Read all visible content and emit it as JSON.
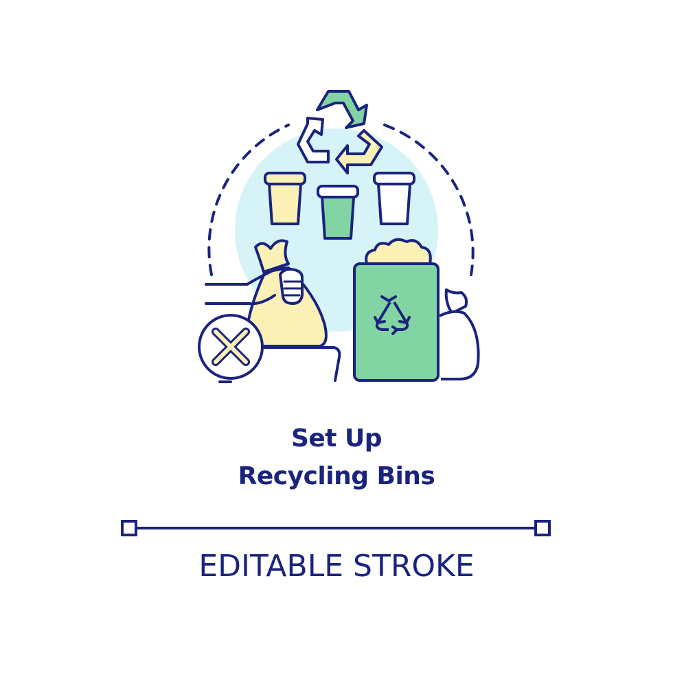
{
  "colors": {
    "stroke": "#1a237e",
    "yellow": "#fbf0b5",
    "green": "#82d4a2",
    "light_blue": "#d6f3f8",
    "white": "#ffffff"
  },
  "icon": {
    "name": "recycling-bins-concept-icon",
    "elements": [
      "recycle-symbol-icon",
      "yellow-bin-icon",
      "green-bin-icon",
      "white-bin-icon",
      "trash-bag-in-hand-icon",
      "prohibited-x-icon",
      "recycling-dumpster-icon",
      "garbage-bag-icon"
    ]
  },
  "title": {
    "line1": "Set Up",
    "line2": "Recycling Bins"
  },
  "footer": {
    "caption": "EDITABLE STROKE"
  }
}
